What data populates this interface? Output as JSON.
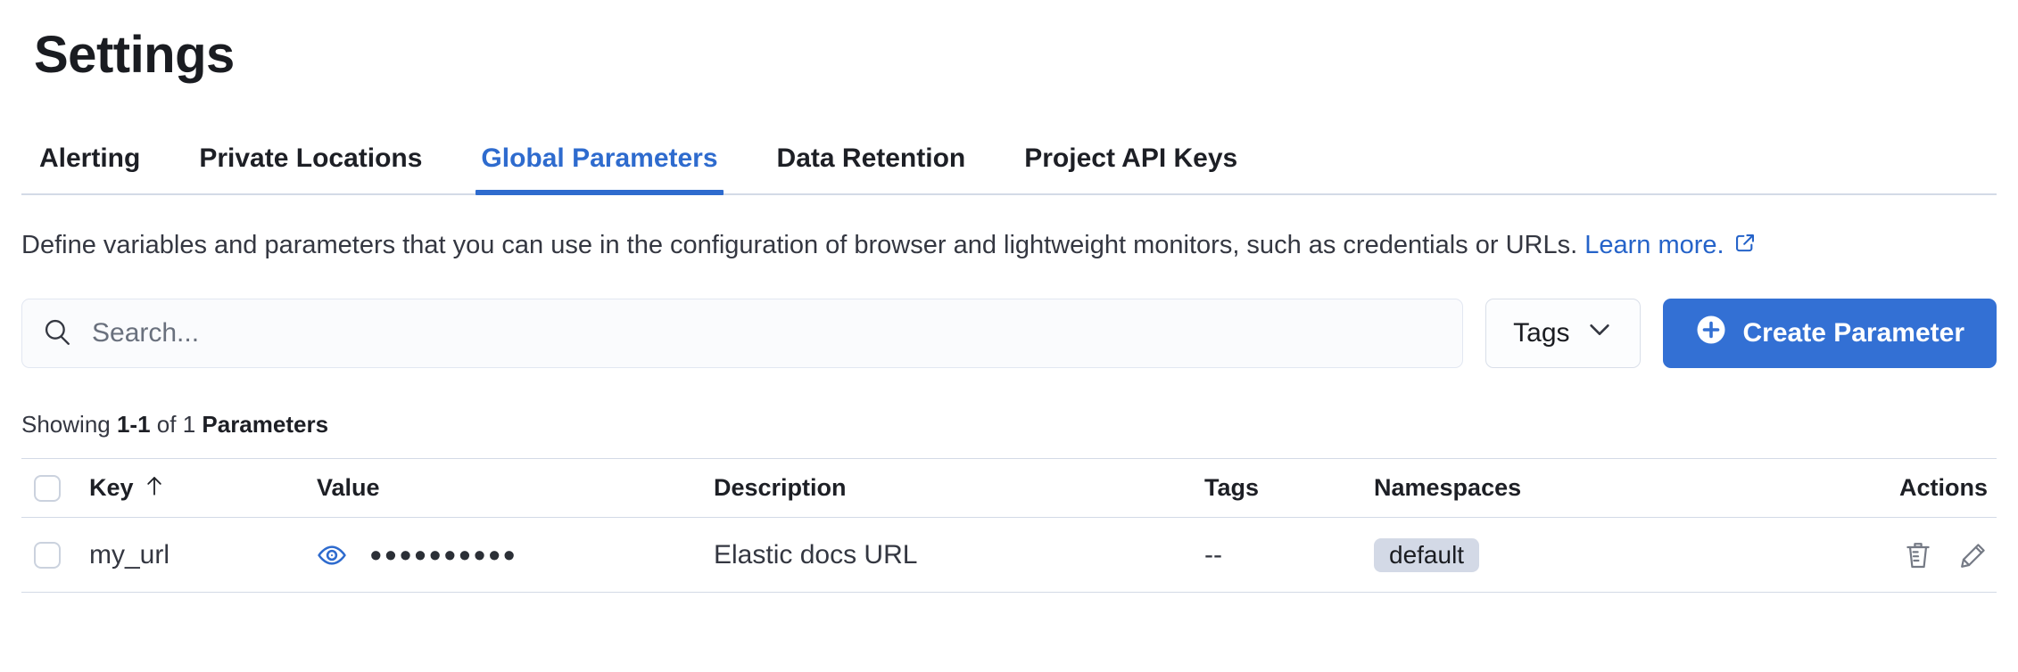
{
  "page": {
    "title": "Settings"
  },
  "tabs": [
    {
      "label": "Alerting",
      "active": false
    },
    {
      "label": "Private Locations",
      "active": false
    },
    {
      "label": "Global Parameters",
      "active": true
    },
    {
      "label": "Data Retention",
      "active": false
    },
    {
      "label": "Project API Keys",
      "active": false
    }
  ],
  "description": {
    "text": "Define variables and parameters that you can use in the configuration of browser and lightweight monitors, such as credentials or URLs.",
    "link_label": "Learn more."
  },
  "toolbar": {
    "search_placeholder": "Search...",
    "tags_label": "Tags",
    "create_label": "Create Parameter"
  },
  "summary": {
    "showing": "Showing",
    "range": "1-1",
    "of": "of 1",
    "entity": "Parameters"
  },
  "table": {
    "columns": {
      "key": "Key",
      "value": "Value",
      "description": "Description",
      "tags": "Tags",
      "namespaces": "Namespaces",
      "actions": "Actions"
    },
    "sort": {
      "column": "Key",
      "direction": "ascending"
    },
    "rows": [
      {
        "key": "my_url",
        "value_masked": "••••••••••",
        "description": "Elastic docs URL",
        "tags": "--",
        "namespace": "default"
      }
    ]
  },
  "icons": {
    "search": "search-icon",
    "chevron": "chevron-down-icon",
    "plus": "plus-in-circle-icon",
    "external": "external-link-icon",
    "eye": "eye-icon",
    "sort_up": "sort-ascending-arrow-icon",
    "trash": "trash-icon",
    "pencil": "pencil-icon"
  },
  "colors": {
    "accent_blue": "#2e6bce",
    "button_blue": "#3370d4",
    "link_blue": "#2563c9",
    "badge_bg": "#d3d9e6",
    "border_gray": "#d3dae6",
    "text_dark": "#1a1c21",
    "text_body": "#343741",
    "icon_gray": "#757a85"
  }
}
